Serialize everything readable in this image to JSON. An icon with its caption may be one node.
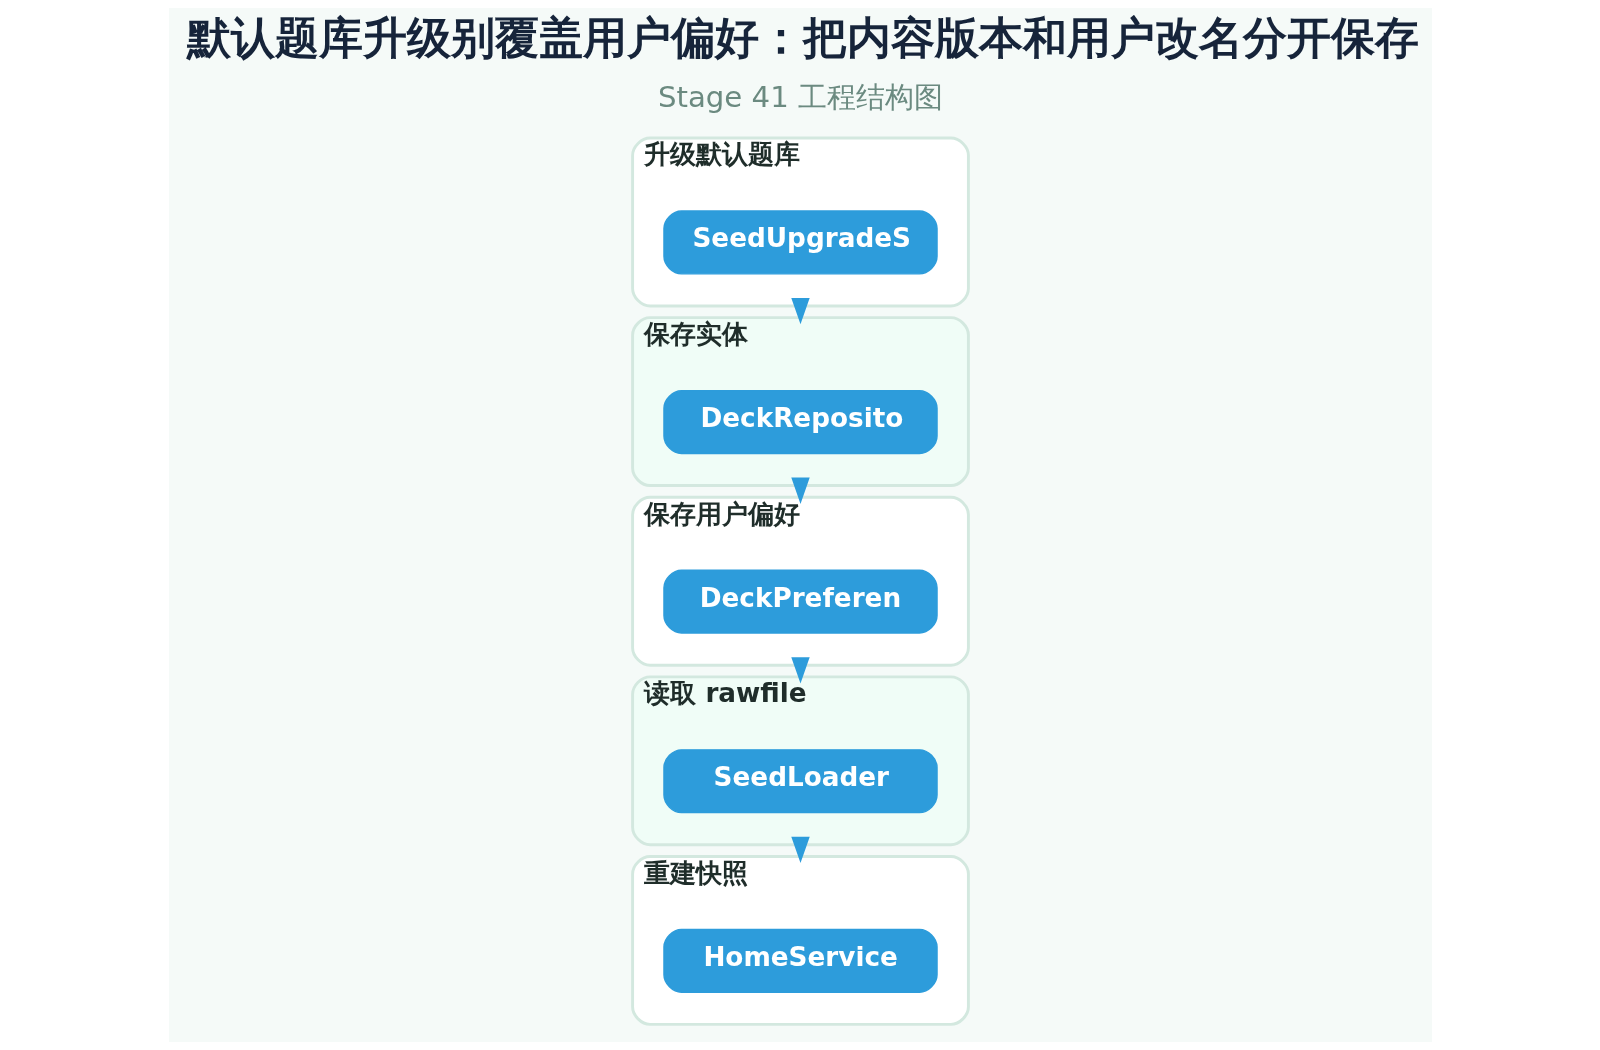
{
  "diagram": {
    "title": "默认题库升级别覆盖用户偏好：把内容版本和用户改名分开保存",
    "nodes": [
      {
        "text": [
          "升级默认题库"
        ]
      },
      {
        "text": [
          "SeedUpgradeS"
        ],
        "in": 0
      },
      {
        "text": [
          "保存实体"
        ]
      },
      {
        "text": [
          "DeckReposito"
        ],
        "in": 2
      },
      {
        "text": [
          "保存用户偏好"
        ]
      },
      {
        "text": [
          "DeckPreferen"
        ],
        "in": 4
      },
      {
        "text": [
          "读取 rawfile"
        ]
      },
      {
        "text": [
          "SeedLoader"
        ],
        "in": 6
      },
      {
        "text": [
          "重建快照"
        ]
      },
      {
        "text": [
          "HomeService"
        ],
        "in": 8
      }
    ],
    "edges": [
      {
        "from": 0,
        "to": 2,
        "arrow": "to"
      },
      {
        "from": 2,
        "to": 4,
        "arrow": "to"
      },
      {
        "from": 4,
        "to": 6,
        "arrow": "to"
      },
      {
        "from": 6,
        "to": 8,
        "arrow": "to"
      }
    ],
    "labels": [
      "Stage 41 工程结构图"
    ]
  }
}
